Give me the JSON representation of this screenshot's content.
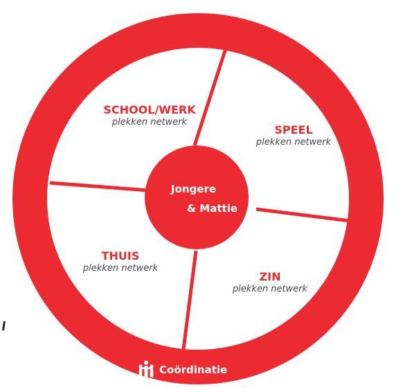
{
  "diagram": {
    "colors": {
      "ring": "#ec2a31",
      "sector_fill": "#ffffff",
      "label": "#e52d2f",
      "sublabel": "#444444",
      "core_text": "#ffffff"
    },
    "center": {
      "line1": "Jongere",
      "line2": "& Mattie"
    },
    "sectors": [
      {
        "id": "school",
        "title": "SCHOOL/WERK",
        "subtitle": "plekken netwerk"
      },
      {
        "id": "speel",
        "title": "SPEEL",
        "subtitle": "plekken netwerk"
      },
      {
        "id": "thuis",
        "title": "THUIS",
        "subtitle": "plekken netwerk"
      },
      {
        "id": "zin",
        "title": "ZIN",
        "subtitle": "plekken netwerk"
      }
    ],
    "ring_label": {
      "text": "Coördinatie",
      "icon": "people-group-icon"
    },
    "stray_mark": ","
  }
}
